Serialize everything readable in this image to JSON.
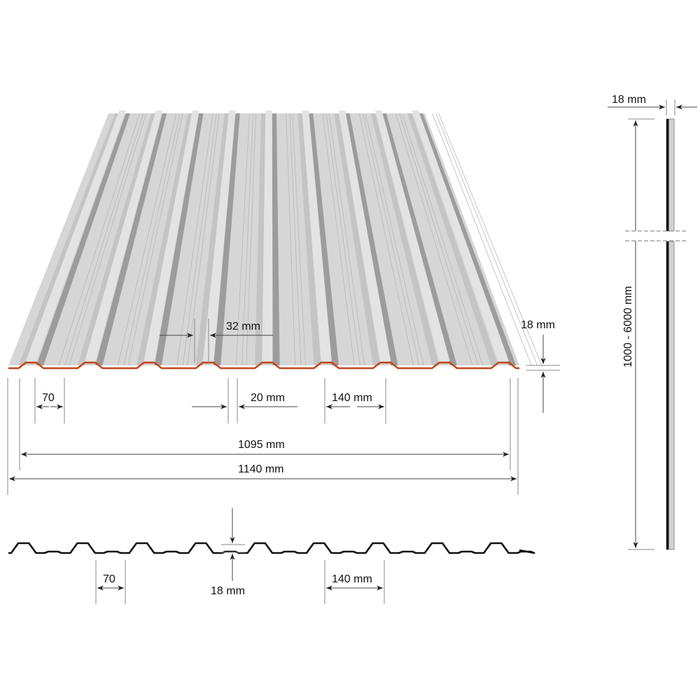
{
  "diagram": {
    "subject": "Trapezoidal corrugated metal roofing sheet with dimensions",
    "colors": {
      "sheet_light": "#d9d9d9",
      "sheet_mid": "#bdbdbd",
      "sheet_dark": "#8f8f8f",
      "edge_profile": "#c0461c",
      "profile_line": "#111111",
      "dimension_line": "#444444",
      "extension_line": "#8a8a8a"
    },
    "perspective_view": {
      "rib_count": 9,
      "dimensions": {
        "rib_top_width": "32 mm",
        "rib_height": "18 mm",
        "valley_bottom_width": "20 mm",
        "sub_rib_width": "70",
        "rib_pitch": "140 mm",
        "effective_width": "1095 mm",
        "total_width": "1140 mm"
      }
    },
    "cross_section": {
      "dimensions": {
        "sub_rib_width": "70",
        "rib_height": "18 mm",
        "rib_pitch": "140 mm"
      }
    },
    "side_view": {
      "dimensions": {
        "thickness_height": "18 mm",
        "length_range": "1000 - 6000 mm"
      }
    }
  }
}
